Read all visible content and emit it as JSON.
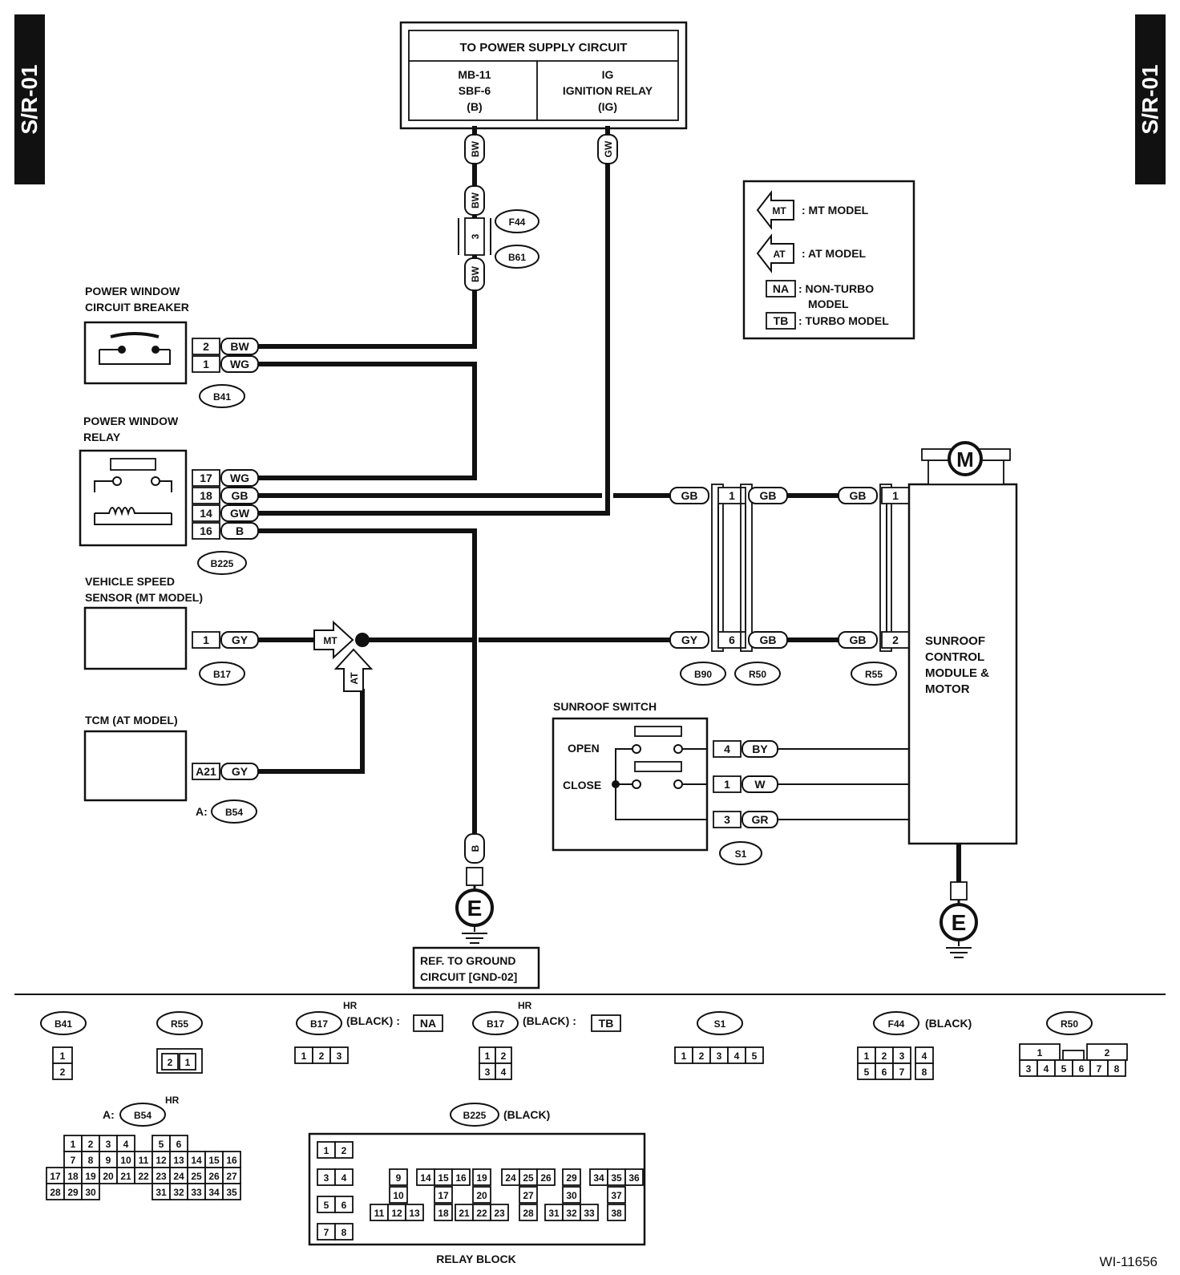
{
  "page": {
    "code": "S/R-01",
    "figure_id": "WI-11656",
    "horizontal_rule": true
  },
  "power_supply": {
    "title": "TO POWER SUPPLY CIRCUIT",
    "left": [
      "MB-11",
      "SBF-6",
      "(B)"
    ],
    "right": [
      "IG",
      "IGNITION RELAY",
      "(IG)"
    ]
  },
  "legend": {
    "mt": "MT",
    "mt_text": ": MT MODEL",
    "at": "AT",
    "at_text": ": AT MODEL",
    "na": "NA",
    "na_text_1": ": NON-TURBO",
    "na_text_2": "MODEL",
    "tb": "TB",
    "tb_text": ": TURBO MODEL"
  },
  "components": {
    "breaker": [
      "POWER WINDOW",
      "CIRCUIT BREAKER"
    ],
    "relay": [
      "POWER WINDOW",
      "RELAY"
    ],
    "vss": [
      "VEHICLE SPEED",
      "SENSOR (MT MODEL)"
    ],
    "tcm": "TCM (AT MODEL)",
    "switch_title": "SUNROOF SWITCH",
    "switch_open": "OPEN",
    "switch_close": "CLOSE",
    "motor_symbol": "M",
    "sunroof": [
      "SUNROOF",
      "CONTROL",
      "MODULE &",
      "MOTOR"
    ],
    "ground_symbol": "E",
    "ground_ref": [
      "REF. TO GROUND",
      "CIRCUIT [GND-02]"
    ]
  },
  "wires": {
    "bw": "BW",
    "gw": "GW",
    "wg": "WG",
    "gb": "GB",
    "b": "B",
    "gy": "GY",
    "by": "BY",
    "w": "W",
    "gr": "GR"
  },
  "pins": {
    "f44_b61": "3",
    "b41": [
      "2",
      "1"
    ],
    "b225": [
      "17",
      "18",
      "14",
      "16"
    ],
    "b17": "1",
    "tcm": "A21",
    "b90_r50": [
      "1",
      "6"
    ],
    "r55": [
      "1",
      "2"
    ],
    "s1": [
      "4",
      "1",
      "3"
    ]
  },
  "connectors": {
    "f44": "F44",
    "b61": "B61",
    "b41": "B41",
    "b225": "B225",
    "b17": "B17",
    "b54": "B54",
    "a_prefix": "A:",
    "b90": "B90",
    "r50": "R50",
    "r55": "R55",
    "s1": "S1"
  },
  "connector_views": {
    "hr": "HR",
    "black": "(BLACK)",
    "b17_na": "(BLACK) :",
    "b17_tb": "(BLACK) :",
    "relay_block": "RELAY BLOCK",
    "b41_pins": [
      "1",
      "2"
    ],
    "r55_pins": [
      "2",
      "1"
    ],
    "b17na_pins": [
      "1",
      "2",
      "3"
    ],
    "b17tb_pins": [
      "1",
      "2",
      "3",
      "4"
    ],
    "s1_pins": [
      "1",
      "2",
      "3",
      "4",
      "5"
    ],
    "f44_pins": [
      "1",
      "2",
      "3",
      "4",
      "5",
      "6",
      "7",
      "8"
    ],
    "r50_pins": [
      "1",
      "2",
      "3",
      "4",
      "5",
      "6",
      "7",
      "8"
    ],
    "b54_rows": [
      [
        "1",
        "2",
        "3",
        "4",
        "",
        "5",
        "6"
      ],
      [
        "7",
        "8",
        "9",
        "10",
        "11",
        "12",
        "13",
        "14",
        "15",
        "16"
      ],
      [
        "17",
        "18",
        "19",
        "20",
        "21",
        "22",
        "23",
        "24",
        "25",
        "26",
        "27"
      ],
      [
        "28",
        "29",
        "30",
        "31",
        "32",
        "33",
        "34",
        "35"
      ]
    ],
    "b225_pins": [
      "1",
      "2",
      "3",
      "4",
      "5",
      "6",
      "7",
      "8",
      "9",
      "10",
      "11",
      "12",
      "13",
      "14",
      "15",
      "16",
      "17",
      "18",
      "19",
      "20",
      "21",
      "22",
      "23",
      "24",
      "25",
      "26",
      "27",
      "28",
      "29",
      "30",
      "31",
      "32",
      "33",
      "34",
      "35",
      "36",
      "37",
      "38"
    ]
  }
}
